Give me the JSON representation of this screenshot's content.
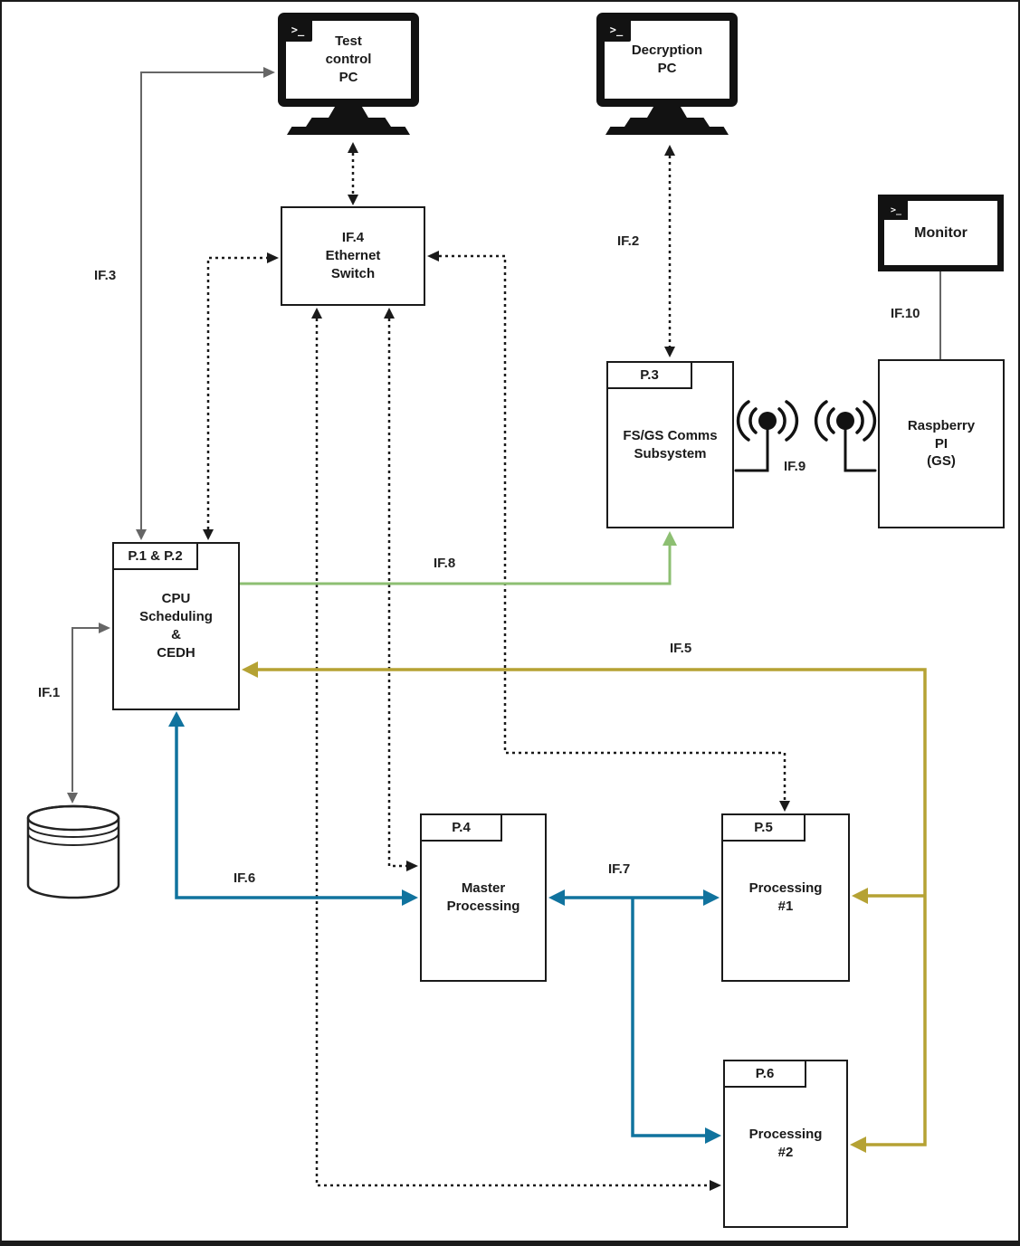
{
  "diagram": {
    "nodes": {
      "test_pc": {
        "label": "Test\ncontrol\nPC"
      },
      "decryption_pc": {
        "label": "Decryption\nPC"
      },
      "monitor": {
        "label": "Monitor"
      },
      "ethernet_switch": {
        "label": "IF.4\nEthernet\nSwitch"
      },
      "fsgs": {
        "tab": "P.3",
        "label": "FS/GS Comms\nSubsystem"
      },
      "raspberry": {
        "label": "Raspberry\nPI\n(GS)"
      },
      "cpu": {
        "tab": "P.1 & P.2",
        "label": "CPU\nScheduling\n&\nCEDH"
      },
      "master": {
        "tab": "P.4",
        "label": "Master\nProcessing"
      },
      "proc1": {
        "tab": "P.5",
        "label": "Processing\n#1"
      },
      "proc2": {
        "tab": "P.6",
        "label": "Processing\n#2"
      }
    },
    "icons": {
      "terminal_prompt": ">_"
    },
    "edge_labels": {
      "if1": "IF.1",
      "if2": "IF.2",
      "if3": "IF.3",
      "if5": "IF.5",
      "if6": "IF.6",
      "if7": "IF.7",
      "if8": "IF.8",
      "if9": "IF.9",
      "if10": "IF.10"
    },
    "colors": {
      "gray": "#666666",
      "black": "#1a1a1a",
      "green": "#8dbf72",
      "yellow": "#b5a234",
      "blue": "#10739e"
    }
  }
}
